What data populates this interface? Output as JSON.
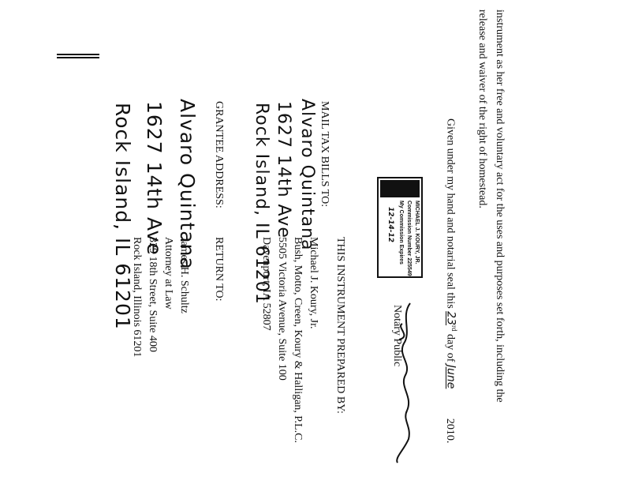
{
  "header_mark": "",
  "body": {
    "line1": "instrument as her free and voluntary act for the uses and purposes set forth, including the",
    "line2": "release and waiver of the right of homestead.",
    "given_prefix": "Given under my hand and notarial seal this",
    "given_day": "23",
    "given_day_suffix": "rd",
    "given_mid": "day of",
    "given_month": "June",
    "given_year": "2010."
  },
  "signature": {
    "label": "Notary Public"
  },
  "seal": {
    "name": "MICHAEL J. KOURY, JR.",
    "commission": "Commission Number 225549",
    "expires_label": "My Commission Expires",
    "expires": "12-14-12"
  },
  "mail_tax": {
    "heading": "MAIL TAX BILLS TO:",
    "lines": [
      "Alvaro Quintana",
      "1627 14th Ave",
      "Rock Island, IL 61201"
    ]
  },
  "grantee": {
    "heading": "GRANTEE ADDRESS:",
    "lines": [
      "Alvaro Quintana",
      "1627 14th Ave",
      "Rock Island, IL 61201"
    ]
  },
  "prepared_by": {
    "heading": "THIS INSTRUMENT PREPARED BY:",
    "lines": [
      "Michael J. Koury, Jr.",
      "Bush, Motto, Creen, Koury & Halligan, P.L.C.",
      "5505 Victoria Avenue, Suite 100",
      "Davenport, IA 52807"
    ]
  },
  "return_to": {
    "heading": "RETURN TO:",
    "lines": [
      "James H. Schultz",
      "Attorney at Law",
      "329 18th Street, Suite 400",
      "Rock Island, Illinois 61201"
    ]
  }
}
